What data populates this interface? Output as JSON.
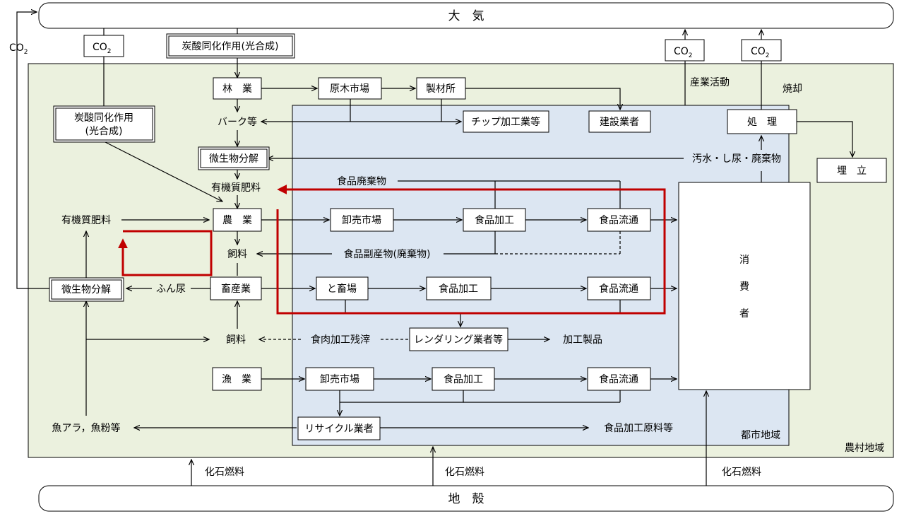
{
  "atmosphere": "大　気",
  "crust": "地　殻",
  "co2": "CO",
  "co2_sub": "2",
  "photosynthesis_top": "炭酸同化作用(光合成)",
  "photosynthesis_left_1": "炭酸同化作用",
  "photosynthesis_left_2": "(光合成)",
  "region_rural": "農村地域",
  "region_urban": "都市地域",
  "industrial_activity": "産業活動",
  "incineration": "焼却",
  "fossil_fuel": "化石燃料",
  "nodes": {
    "forestry": "林　業",
    "log_market": "原木市場",
    "sawmill": "製材所",
    "bark": "バーク等",
    "chip_processing": "チップ加工業等",
    "construction": "建設業者",
    "microbe_top": "微生物分解",
    "microbe_left": "微生物分解",
    "sewage": "汚水・し尿・廃棄物",
    "treatment": "処　理",
    "landfill": "埋　立",
    "food_waste": "食品廃棄物",
    "organic_fert_mid": "有機質肥料",
    "organic_fert_left": "有機質肥料",
    "agriculture": "農　業",
    "wholesale_1": "卸売市場",
    "food_processing_1": "食品加工",
    "food_distribution_1": "食品流通",
    "feed_1": "飼料",
    "byproduct": "食品副産物(廃棄物)",
    "manure": "ふん尿",
    "livestock": "畜産業",
    "slaughter": "と畜場",
    "food_processing_2": "食品加工",
    "food_distribution_2": "食品流通",
    "consumer_1": "消",
    "consumer_2": "費",
    "consumer_3": "者",
    "feed_2": "飼料",
    "meat_residue": "食肉加工残滓",
    "rendering": "レンダリング業者等",
    "processed_products": "加工製品",
    "fishery": "漁　業",
    "wholesale_3": "卸売市場",
    "food_processing_3": "食品加工",
    "food_distribution_3": "食品流通",
    "fish_scraps": "魚アラ，魚粉等",
    "recycler": "リサイクル業者",
    "food_raw_materials": "食品加工原料等"
  },
  "colors": {
    "rural_bg": "#ebf1de",
    "urban_bg": "#dce6f2",
    "highlight": "#c00000"
  }
}
